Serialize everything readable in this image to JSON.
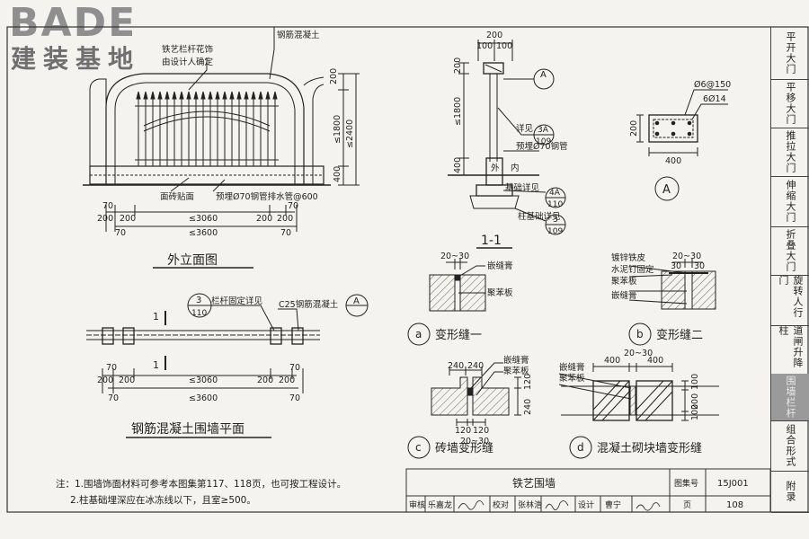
{
  "logo": {
    "brand": "BADE",
    "sub": "建装基地"
  },
  "sidebar": {
    "tabs": [
      {
        "label": "平开大门"
      },
      {
        "label": "平移大门"
      },
      {
        "label": "推拉大门"
      },
      {
        "label": "伸缩大门"
      },
      {
        "label": "折叠大门"
      },
      {
        "label": "旋转人行门"
      },
      {
        "label": "道闸升降柱"
      },
      {
        "label": "围墙栏杆",
        "active": true
      },
      {
        "label": "组合形式"
      },
      {
        "label": "附录"
      }
    ]
  },
  "elevation": {
    "title": "外立面图",
    "callout_fence": "铁艺栏杆花饰",
    "callout_fence_2": "由设计人确定",
    "callout_concrete": "钢筋混凝土",
    "callout_tile": "面砖贴面",
    "callout_pipe": "预埋Ø70钢管排水管@600",
    "dims_v": [
      "200",
      "≤1800",
      "400",
      "≤2400"
    ],
    "dims_h1": [
      "70",
      "70",
      "200",
      "200",
      "≤3060",
      "200",
      "200"
    ],
    "dims_h2": [
      "70",
      "≤3600",
      "70"
    ]
  },
  "plan": {
    "title": "钢筋混凝土围墙平面",
    "callout_detail": "栏杆固定详见",
    "detail_ref": {
      "num": "3",
      "page": "110"
    },
    "callout_concrete": "C25钢筋混凝土",
    "section_ref": "A",
    "cut_mark": "1",
    "dims_h1": [
      "70",
      "70",
      "200",
      "200",
      "≤3060",
      "200",
      "200"
    ],
    "dims_h2": [
      "70",
      "≤3600",
      "70"
    ]
  },
  "section": {
    "title": "1-1",
    "dims_top": [
      "200",
      "100",
      "100"
    ],
    "dims_v": [
      "200",
      "≤1800",
      "400"
    ],
    "ref_A": "A",
    "detail_3A": {
      "label": "详见",
      "num": "3A",
      "page": "109"
    },
    "pipe_label": "预埋Ø70钢管",
    "outside": "外",
    "inside": "内",
    "detail_4A": {
      "label": "基础详见",
      "num": "4A",
      "page": "110"
    },
    "detail_3": {
      "label": "柱基础详见",
      "num": "3",
      "page": "109"
    }
  },
  "detail_A": {
    "label": "A",
    "rebar_1": "Ø6@150",
    "rebar_2": "6Ø14",
    "dim_w": "400",
    "dim_h": "200"
  },
  "joint_a": {
    "badge": "a",
    "title": "变形缝一",
    "dim": "20~30",
    "l1": "嵌缝膏",
    "l2": "聚苯板"
  },
  "joint_b": {
    "badge": "b",
    "title": "变形缝二",
    "dim": "20~30",
    "dim2": "30",
    "dim3": "30",
    "l1": "镀锌铁皮",
    "l2": "水泥钉固定",
    "l3": "聚苯板",
    "l4": "嵌缝膏"
  },
  "joint_c": {
    "badge": "c",
    "title": "砖墙变形缝",
    "l1": "嵌缝膏",
    "l2": "聚苯板",
    "dims_top": [
      "240",
      "240"
    ],
    "dims_side": [
      "240",
      "120"
    ],
    "dims_bot": [
      "120",
      "120",
      "20~30"
    ]
  },
  "joint_d": {
    "badge": "d",
    "title": "混凝土砌块墙变形缝",
    "l1": "嵌缝膏",
    "l2": "聚苯板",
    "dims_top": [
      "400",
      "20~30",
      "400"
    ],
    "dims_side": [
      "100",
      "200",
      "100"
    ]
  },
  "notes": {
    "n1": "注：1.围墙饰面材料可参考本图集第117、118页，也可按工程设计。",
    "n2": "2.柱基础埋深应在冰冻线以下，且室≥500。"
  },
  "title_block": {
    "title": "铁艺围墙",
    "atlas_label": "图集号",
    "atlas": "15J001",
    "review": "审核",
    "reviewer": "乐嘉龙",
    "check": "校对",
    "checker": "张林浩",
    "design": "设计",
    "designer": "曹宁",
    "page_label": "页",
    "page": "108"
  }
}
